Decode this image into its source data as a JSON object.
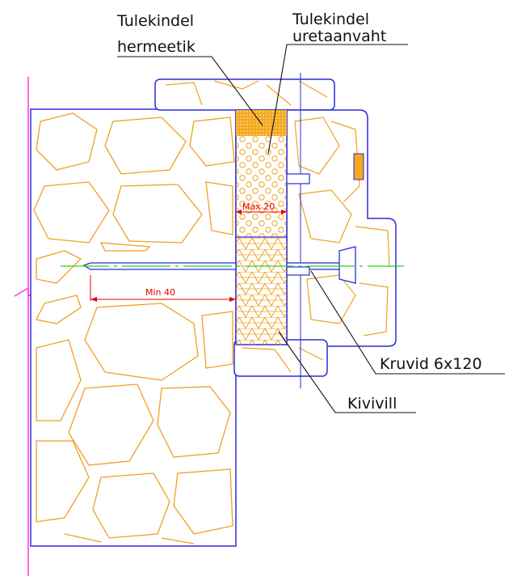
{
  "labels": {
    "sealant_line1": "Tulekindel",
    "sealant_line2": "hermeetik",
    "foam_line1": "Tulekindel",
    "foam_line2": "uretaanvaht",
    "screws": "Kruvid 6x120",
    "mineral_wool": "Kivivill"
  },
  "dimensions": {
    "gap_max": "Max 20",
    "embed_min": "Min 40"
  },
  "colors": {
    "outline": "#2b2bd6",
    "stone": "#f0a020",
    "sealant": "#f3a81f",
    "wool": "#f0a020",
    "foam": "#f0a020",
    "axis": "#1ed81e",
    "dimension": "#e60000",
    "wall_edge": "#ff33dd",
    "leader": "#111111"
  }
}
